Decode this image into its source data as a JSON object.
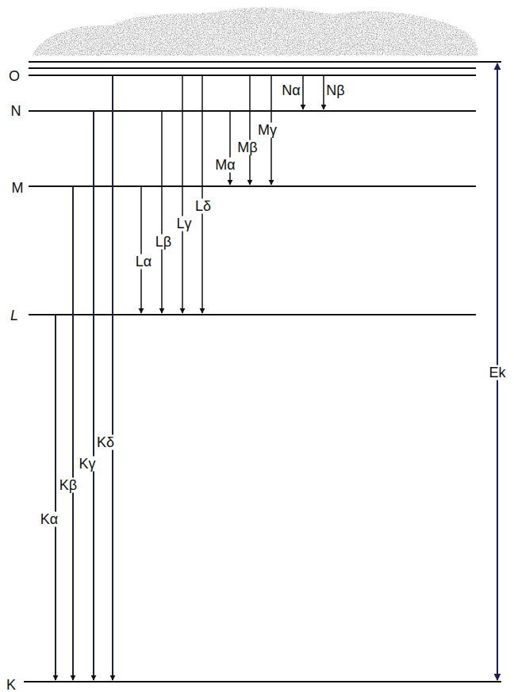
{
  "diagram": {
    "labels": [
      "O",
      "N",
      "M",
      "L",
      "K",
      "Nα",
      "Nβ",
      "Mα",
      "Mβ",
      "Mγ",
      "Lα",
      "Lβ",
      "Lγ",
      "Lδ",
      "Kα",
      "Kβ",
      "Kγ",
      "Kδ",
      "Ek"
    ]
  }
}
